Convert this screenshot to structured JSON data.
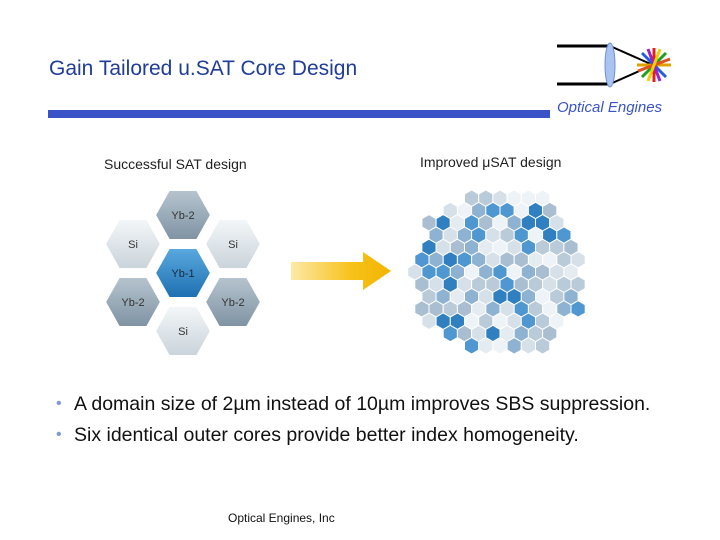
{
  "slide": {
    "title": "Gain Tailored u.SAT Core Design",
    "brand": "Optical Engines",
    "left_caption": "Successful SAT design",
    "right_caption": "Improved μSAT design",
    "cells": {
      "top": "Yb-2",
      "upper_left": "Si",
      "upper_right": "Si",
      "center": "Yb-1",
      "lower_left": "Yb-2",
      "lower_right": "Yb-2",
      "bottom": "Si"
    },
    "bullets": [
      "A domain size of 2µm instead of 10µm improves SBS suppression.",
      "Six identical outer cores provide better index homogeneity."
    ],
    "footer": "Optical Engines, Inc"
  },
  "colors": {
    "title": "#1f3d99",
    "rule": "#3a54c8",
    "arrow": "#f2b400",
    "core_blue": "#2f86c8"
  }
}
